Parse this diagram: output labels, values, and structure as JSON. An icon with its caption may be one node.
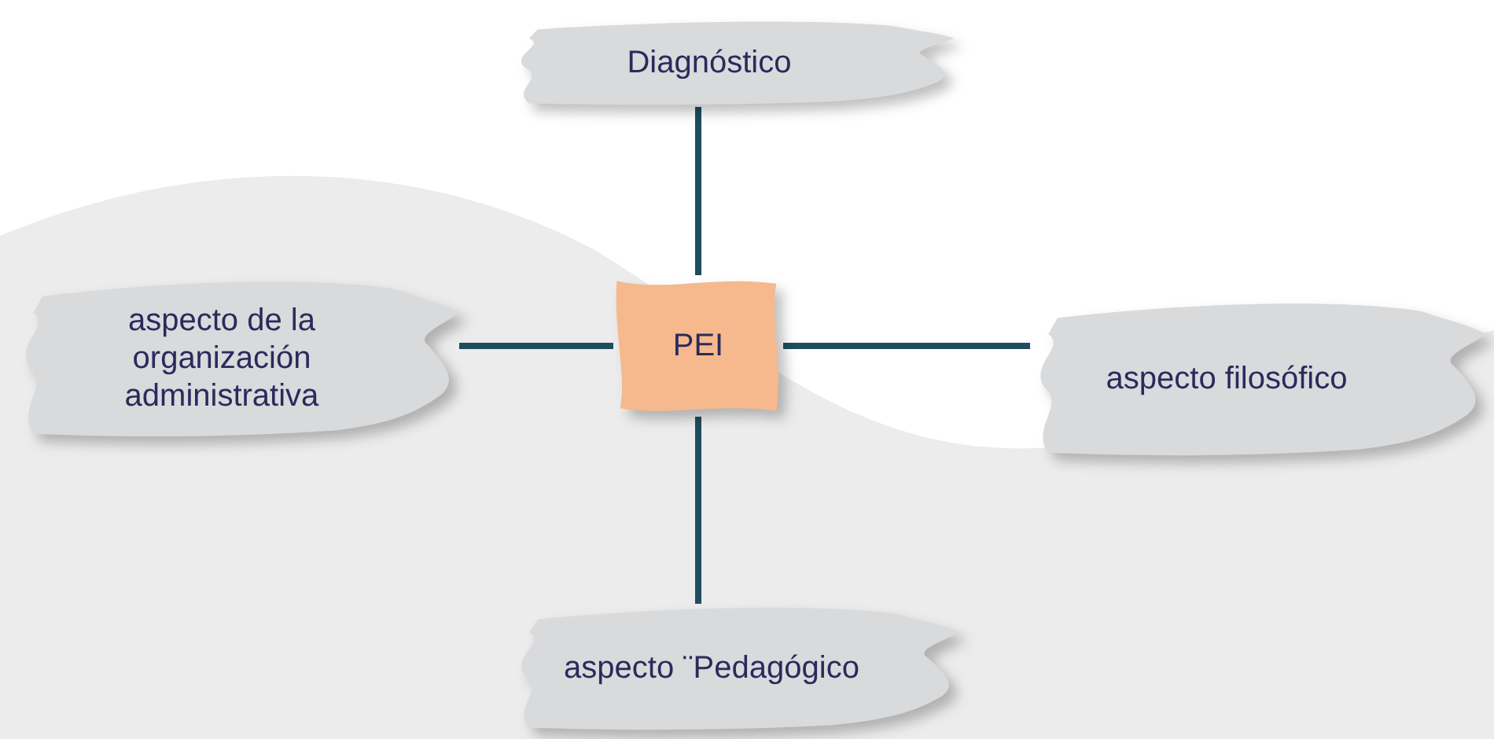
{
  "diagram": {
    "nodes": [
      {
        "text": [
          "Diagnóstico"
        ]
      },
      {
        "text": [
          "aspecto de la organización administrativa"
        ]
      },
      {
        "text": [
          "PEI"
        ]
      },
      {
        "text": [
          "aspecto filosófico"
        ]
      },
      {
        "text": [
          "aspecto ¨Pedagógico"
        ]
      }
    ],
    "edges": [
      {
        "from": 2,
        "to": 0,
        "arrow": "none"
      },
      {
        "from": 2,
        "to": 1,
        "arrow": "none"
      },
      {
        "from": 2,
        "to": 3,
        "arrow": "none"
      },
      {
        "from": 2,
        "to": 4,
        "arrow": "none"
      }
    ]
  }
}
